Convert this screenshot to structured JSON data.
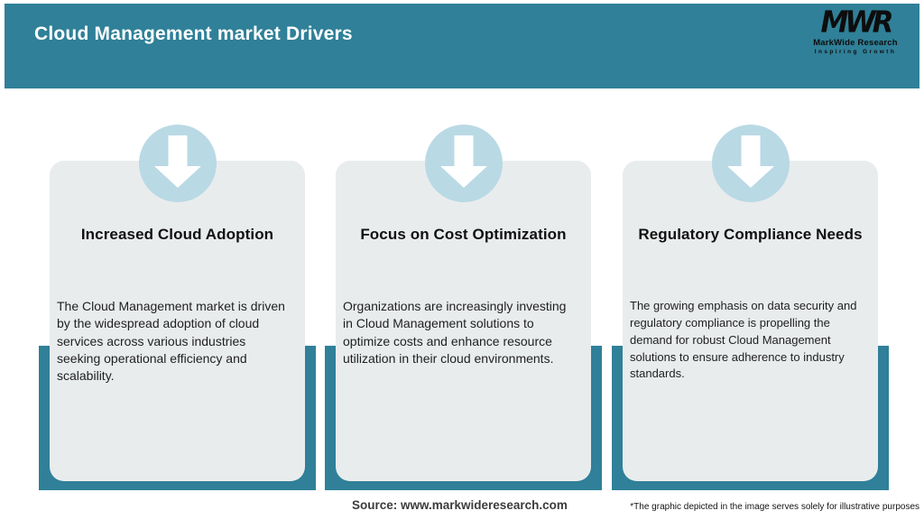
{
  "header": {
    "title": "Cloud Management market Drivers"
  },
  "logo": {
    "monogram": "MWR",
    "name": "MarkWide Research",
    "tagline": "Inspiring Growth"
  },
  "cards": [
    {
      "icon": "arrow-down-icon",
      "title": "Increased Cloud Adoption",
      "body": "The Cloud Management market is driven by the widespread adoption of cloud services across various industries seeking operational efficiency and scalability."
    },
    {
      "icon": "arrow-down-icon",
      "title": "Focus on Cost Optimization",
      "body": "Organizations are increasingly investing in Cloud Management solutions to optimize costs and enhance resource utilization in their cloud environments."
    },
    {
      "icon": "arrow-down-icon",
      "title": "Regulatory Compliance Needs",
      "body": "The growing emphasis on data security and regulatory compliance is propelling the demand for robust Cloud Management solutions to ensure adherence to industry standards."
    }
  ],
  "footer": {
    "source": "Source: www.markwideresearch.com",
    "disclaimer": "*The graphic depicted in the image serves solely for illustrative purposes"
  },
  "colors": {
    "teal": "#2f8098",
    "card_background": "#e9eced",
    "icon_circle_blue": "#b9d9e5",
    "arrow_white": "#ffffff",
    "title_text": "#101010"
  }
}
